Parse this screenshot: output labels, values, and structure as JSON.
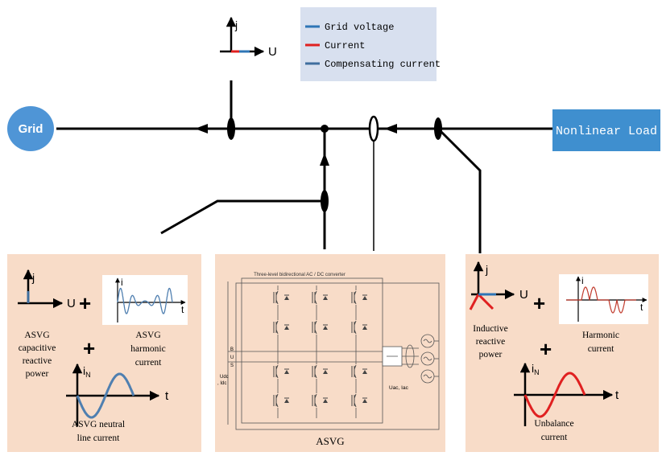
{
  "legend": {
    "items": [
      {
        "label": "Grid voltage",
        "color": "#2e75b6"
      },
      {
        "label": "Current",
        "color": "#e02020"
      },
      {
        "label": "Compensating current",
        "color": "#3f6e9e"
      }
    ]
  },
  "top_phasor": {
    "j": "j",
    "u": "U"
  },
  "grid": {
    "label": "Grid",
    "color": "#4f95d6"
  },
  "load": {
    "label": "Nonlinear Load",
    "color": "#3f8fcf"
  },
  "colors": {
    "panel": "#f8dcc8",
    "legend_bg": "#d8e0ef",
    "wave_blue": "#4f7fb0",
    "wave_red": "#c0392b",
    "red": "#e02020",
    "blue": "#2e75b6"
  },
  "left_panel": {
    "j": "j",
    "u": "U",
    "plus1": "+",
    "plus2": "+",
    "wave_i": "i",
    "wave_t": "t",
    "iN": "i",
    "iN_sub": "N",
    "t2": "t",
    "cap_label": [
      "ASVG",
      "capacitive",
      "reactive",
      "power"
    ],
    "harm_label": [
      "ASVG",
      "harmonic",
      "current"
    ],
    "neutral_label": [
      "ASVG neutral",
      "line current"
    ]
  },
  "center_panel": {
    "title": "Three-level bidirectional AC / DC converter",
    "bus": [
      "B",
      "U",
      "S"
    ],
    "udc": [
      "Udc",
      ", Idc"
    ],
    "uac": "Uac, Iac",
    "name": "ASVG"
  },
  "right_panel": {
    "j": "j",
    "u": "U",
    "plus1": "+",
    "plus2": "+",
    "wave_i": "i",
    "wave_t": "t",
    "iN": "i",
    "iN_sub": "N",
    "t2": "t",
    "ind_label": [
      "Inductive",
      "reactive",
      "power"
    ],
    "harm_label": [
      "Harmonic",
      "current"
    ],
    "unb_label": [
      "Unbalance",
      "current"
    ]
  }
}
